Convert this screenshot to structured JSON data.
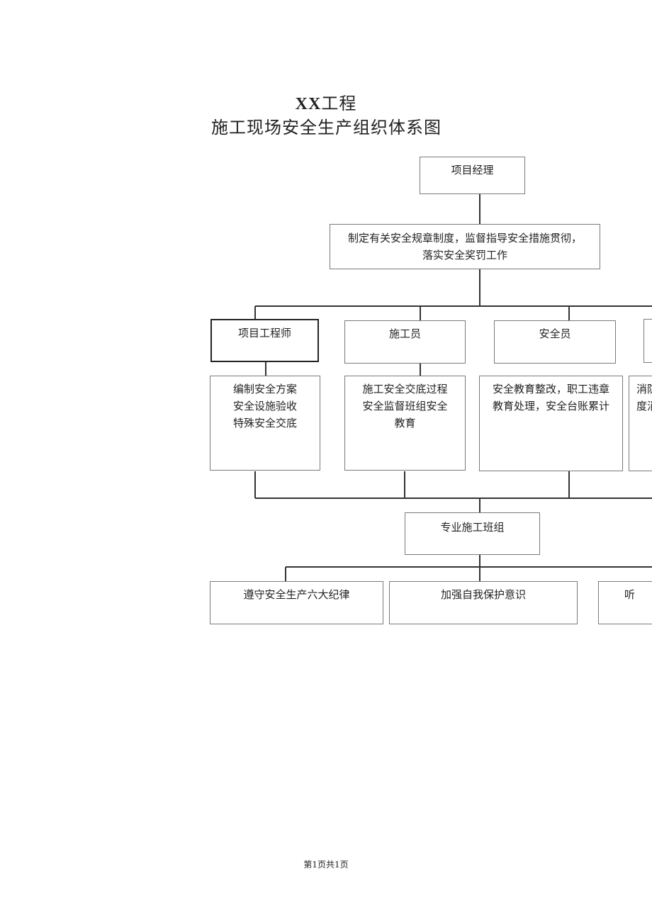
{
  "title": {
    "prefix": "XX",
    "suffix": "工程"
  },
  "subtitle": "施工现场安全生产组织体系图",
  "chart": {
    "manager": "项目经理",
    "manager_duty": [
      "制定有关安全规章制度，监督指导安全措施贯彻，",
      "落实安全奖罚工作"
    ],
    "roles": [
      {
        "title": "项目工程师",
        "duties": [
          "编制安全方案",
          "安全设施验收",
          "特殊安全交底"
        ]
      },
      {
        "title": "施工员",
        "duties": [
          "施工安全交底过程",
          "安全监督班组安全",
          "教育"
        ]
      },
      {
        "title": "安全员",
        "duties": [
          "安全教育整改，职工违章",
          "教育处理，安全台账累计"
        ]
      },
      {
        "title": "",
        "duties": [
          "消防",
          "度消"
        ]
      }
    ],
    "team": "专业施工班组",
    "team_rules": [
      "遵守安全生产六大纪律",
      "加强自我保护意识",
      "听"
    ]
  },
  "footer": "第1页共1页"
}
